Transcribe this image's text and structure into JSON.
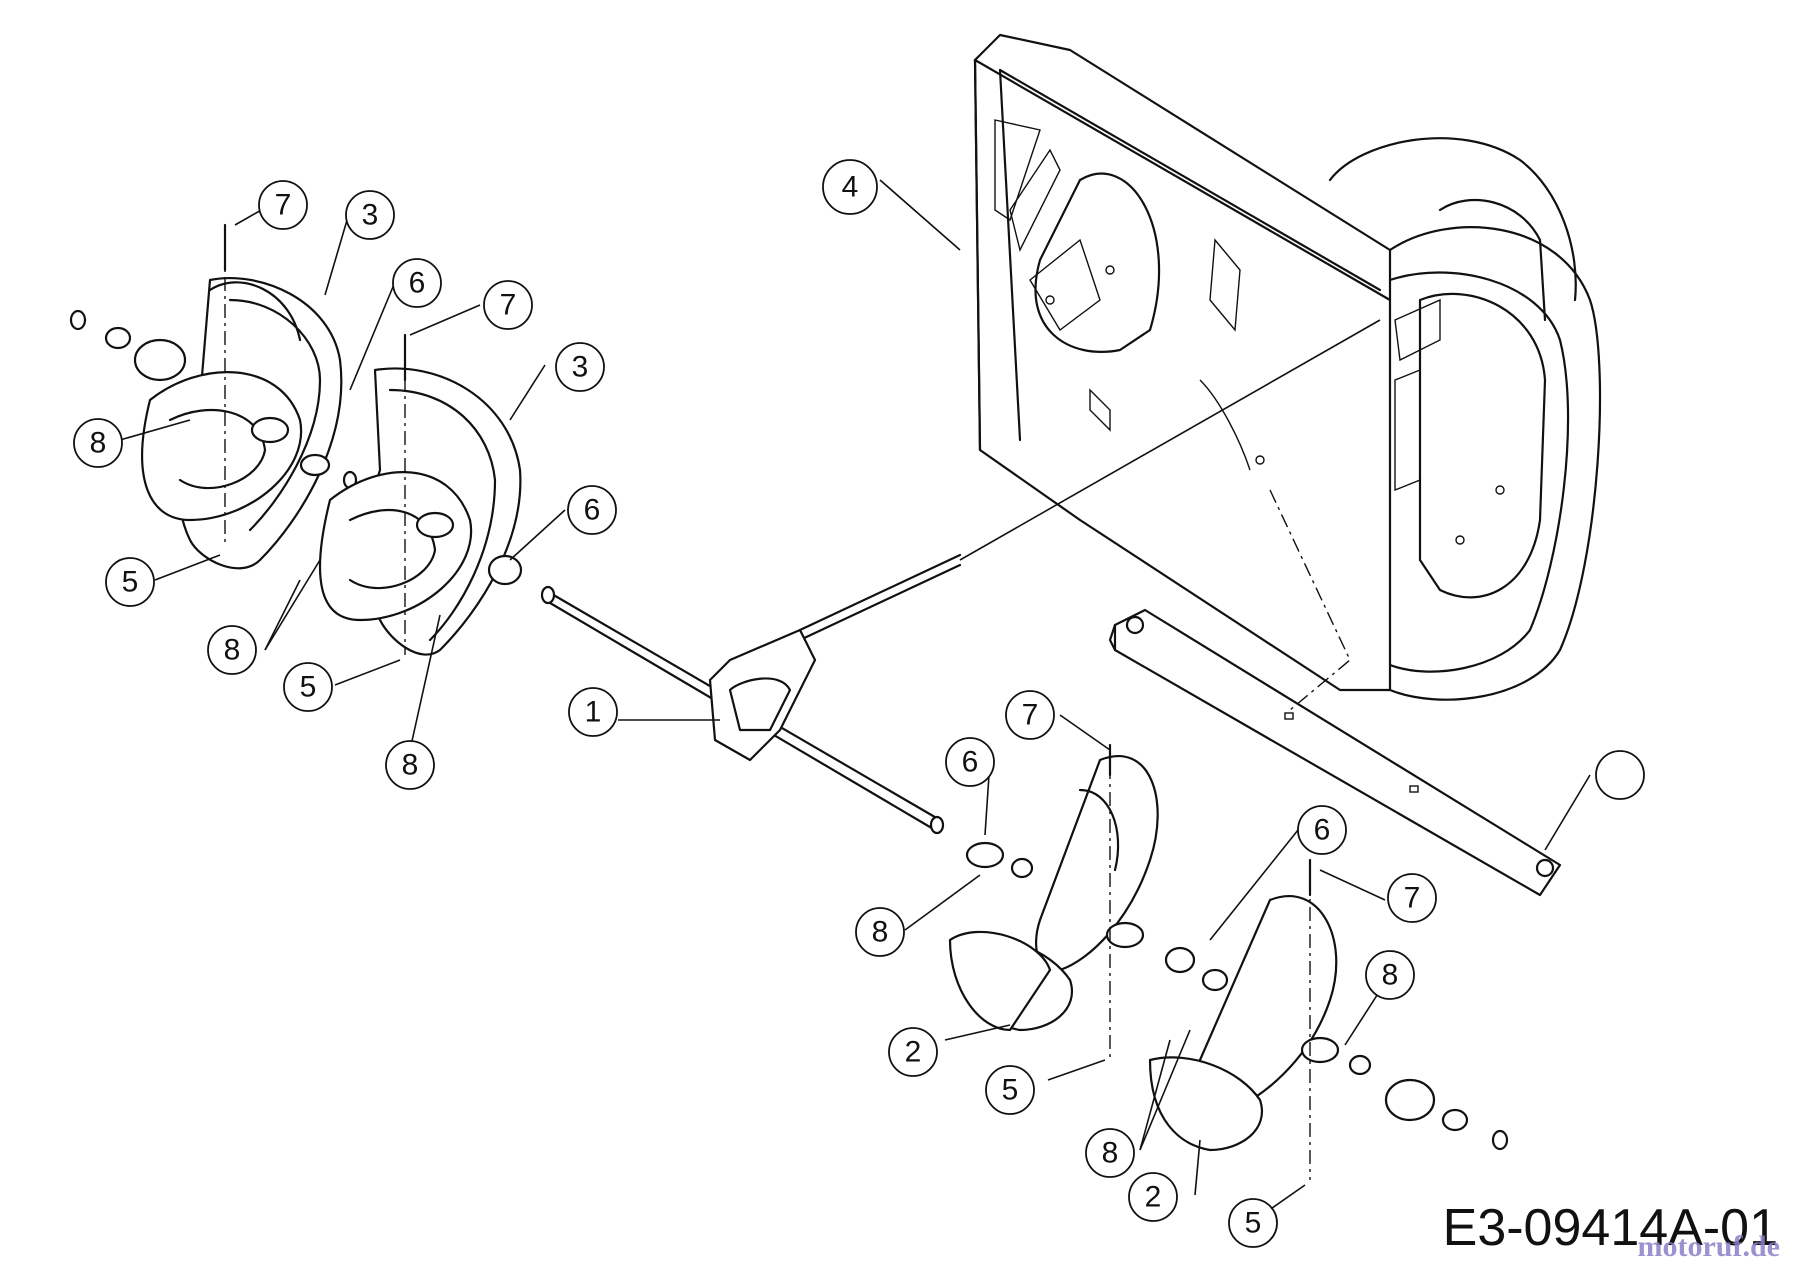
{
  "diagram_code": "E3-09414A-01",
  "watermark": "motoruf.de",
  "callouts": [
    {
      "id": "c1",
      "label": "1"
    },
    {
      "id": "c2a",
      "label": "2"
    },
    {
      "id": "c2b",
      "label": "2"
    },
    {
      "id": "c3a",
      "label": "3"
    },
    {
      "id": "c3b",
      "label": "3"
    },
    {
      "id": "c4",
      "label": "4"
    },
    {
      "id": "c5a",
      "label": "5"
    },
    {
      "id": "c5b",
      "label": "5"
    },
    {
      "id": "c5c",
      "label": "5"
    },
    {
      "id": "c5d",
      "label": "5"
    },
    {
      "id": "c6a",
      "label": "6"
    },
    {
      "id": "c6b",
      "label": "6"
    },
    {
      "id": "c6c",
      "label": "6"
    },
    {
      "id": "c6d",
      "label": "6"
    },
    {
      "id": "c7a",
      "label": "7"
    },
    {
      "id": "c7b",
      "label": "7"
    },
    {
      "id": "c7c",
      "label": "7"
    },
    {
      "id": "c7d",
      "label": "7"
    },
    {
      "id": "c8a",
      "label": "8"
    },
    {
      "id": "c8b",
      "label": "8"
    },
    {
      "id": "c8c",
      "label": "8"
    },
    {
      "id": "c8d",
      "label": "8"
    },
    {
      "id": "c8e",
      "label": "8"
    },
    {
      "id": "c8f",
      "label": "8"
    }
  ]
}
